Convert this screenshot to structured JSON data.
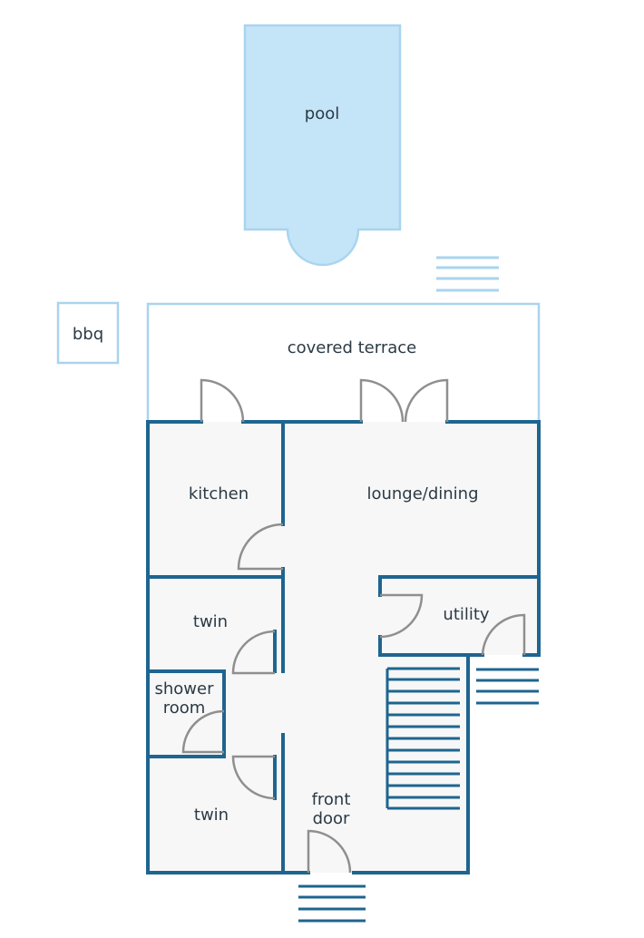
{
  "labels": {
    "pool": "pool",
    "bbq": "bbq",
    "covered_terrace": "covered terrace",
    "kitchen": "kitchen",
    "lounge_dining": "lounge/dining",
    "twin_upper": "twin",
    "utility": "utility",
    "shower_room_line1": "shower",
    "shower_room_line2": "room",
    "twin_lower": "twin",
    "front_door_line1": "front",
    "front_door_line2": "door"
  },
  "colors": {
    "wall": "#1e6590",
    "light_outline": "#a9d4ee",
    "pool_fill": "#c4e4f8",
    "floor_fill": "#f7f7f7",
    "door": "#8f8f8f",
    "text": "#2b3a45"
  }
}
